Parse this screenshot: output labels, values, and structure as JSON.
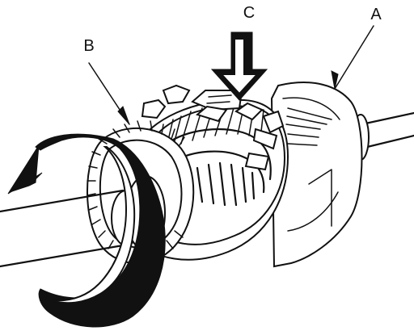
{
  "diagram": {
    "labels": {
      "a": "A",
      "b": "B",
      "c": "C"
    },
    "colors": {
      "ink": "#111111",
      "paper": "#ffffff"
    }
  }
}
